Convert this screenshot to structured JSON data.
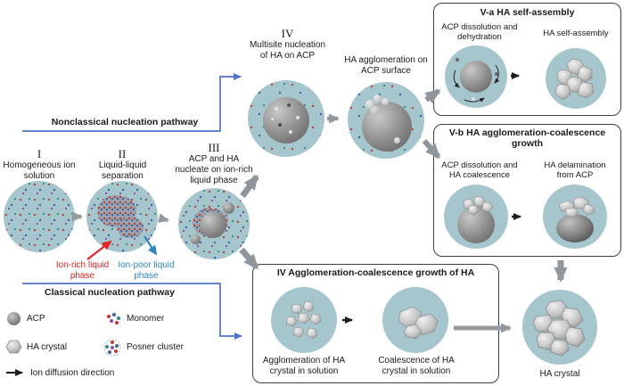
{
  "pathways": {
    "nonclassical": "Nonclassical nucleation pathway",
    "classical": "Classical nucleation pathway"
  },
  "stages": {
    "s1": {
      "numeral": "I",
      "label": "Homogeneous ion solution"
    },
    "s2": {
      "numeral": "II",
      "label": "Liquid-liquid separation"
    },
    "s3": {
      "numeral": "III",
      "label": "ACP and HA nucleate on ion-rich liquid phase"
    },
    "s4": {
      "numeral": "IV",
      "label": "Multisite nucleation of HA on ACP"
    },
    "agglomeration_on_acp": {
      "label": "HA agglomeration on ACP surface"
    }
  },
  "phase_arrows": {
    "ion_rich": "Ion-rich liquid phase",
    "ion_poor": "Ion-poor liquid phase"
  },
  "box_va": {
    "title": "V-a HA self-assembly",
    "left_label": "ACP dissolution and dehydration",
    "right_label": "HA self-assembly"
  },
  "box_vb": {
    "title": "V-b HA agglomeration-coalescence growth",
    "left_label": "ACP dissolution and HA coalescence",
    "right_label": "HA delamination from ACP"
  },
  "box_iv": {
    "title": "IV Agglomeration-coalescence growth of HA",
    "left_label": "Agglomeration of HA crystal in solution",
    "right_label": "Coalescence of HA crystal in solution"
  },
  "final": {
    "label": "HA crystal"
  },
  "legend": {
    "acp": "ACP",
    "ha_crystal": "HA crystal",
    "monomer": "Monomer",
    "posner_cluster": "Posner cluster",
    "ion_diffusion": "Ion diffusion direction"
  },
  "colors": {
    "circle_fill": "#a6c6cd",
    "pathway_blue": "#4f74c9",
    "ion_rich_red": "#e82222",
    "ion_poor_blue": "#2c86c5",
    "arrow_gray": "#8f979c",
    "acp_gray": "#8f8f8f",
    "crystal_gray": "#c8c8c8"
  }
}
